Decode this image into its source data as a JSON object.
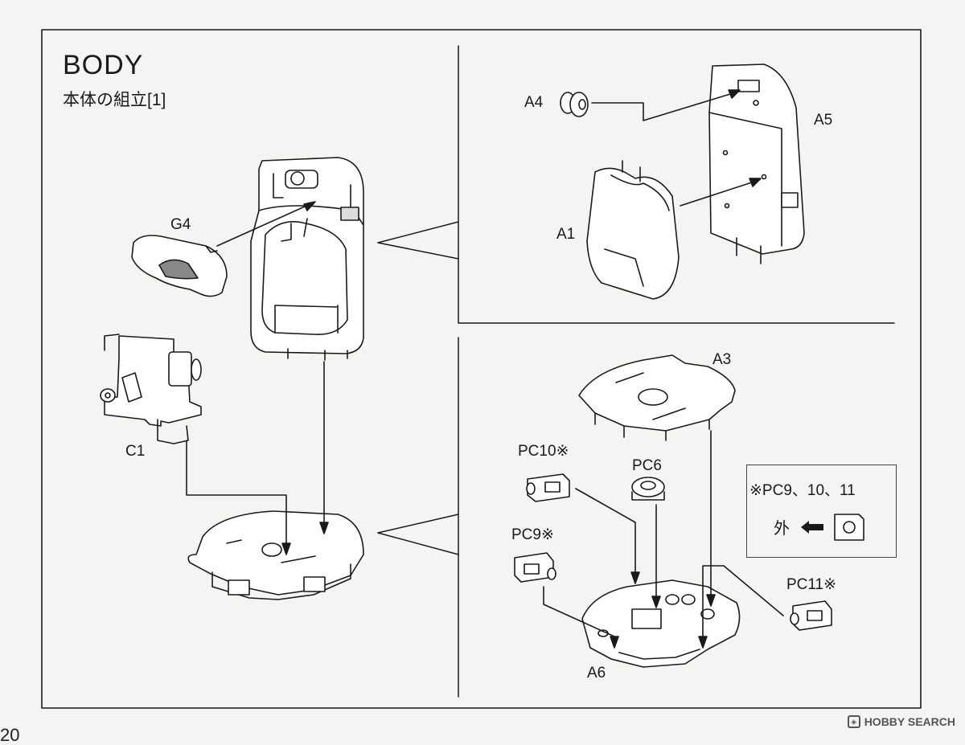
{
  "header": {
    "title": "BODY",
    "subtitle": "本体の組立[1]"
  },
  "parts": {
    "g4": "G4",
    "c1": "C1",
    "a4": "A4",
    "a5": "A5",
    "a1": "A1",
    "a3": "A3",
    "pc10": "PC10※",
    "pc6": "PC6",
    "pc9": "PC9※",
    "pc11": "PC11※",
    "a6": "A6"
  },
  "note": {
    "text": "※PC9、10、11",
    "outer_label": "外"
  },
  "page_number": "20",
  "watermark": {
    "text": "HOBBY SEARCH",
    "icon": "hobby-search-logo-icon"
  },
  "colors": {
    "line": "#1a1a1a",
    "paper": "#f4f4f2",
    "shade": "#b9b9b9"
  }
}
